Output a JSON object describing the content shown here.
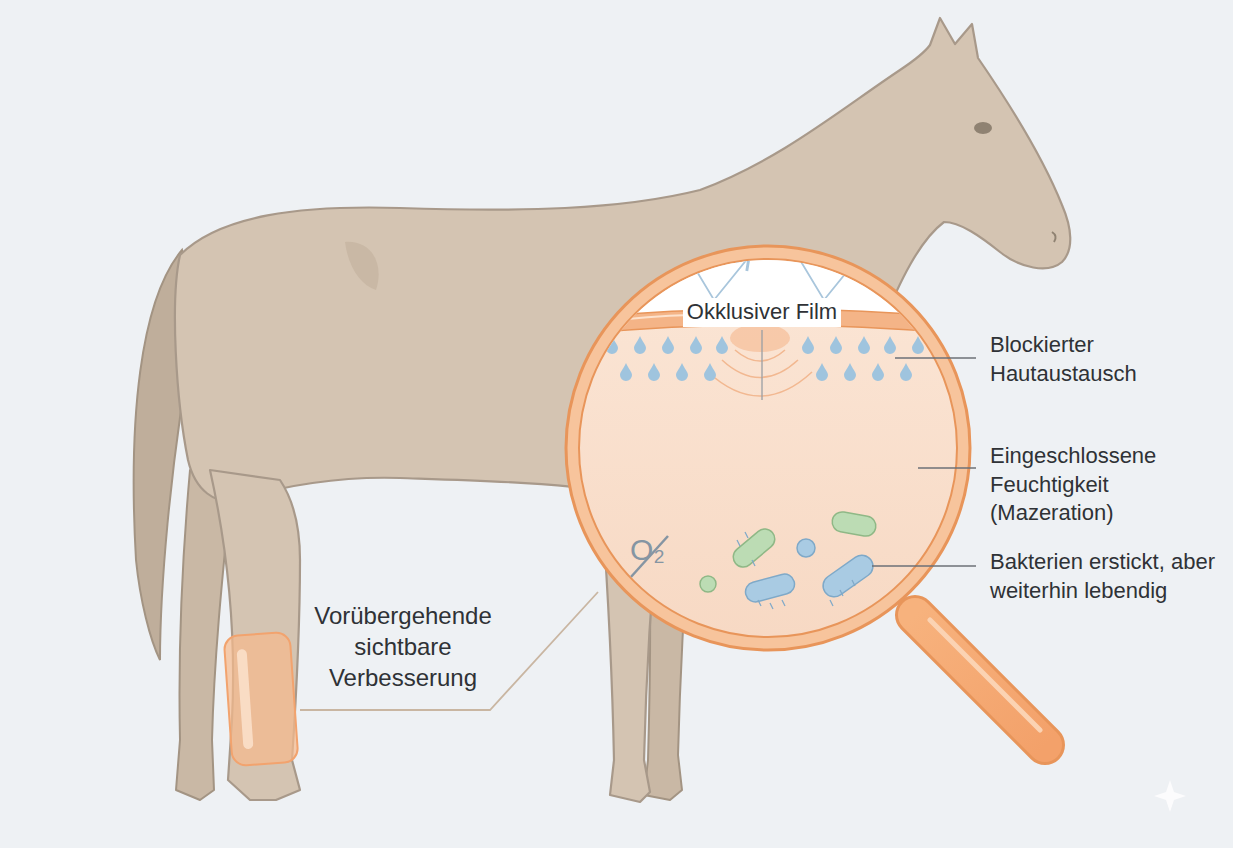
{
  "diagram": {
    "labels": [
      "Okklusiver Film",
      "Blockierter Hautaustausch",
      "Eingeschlossene Feuchtigkeit (Mazeration)",
      "Bakterien erstickt, aber weiterhin lebendig",
      "Vorübergehende sichtbare Verbesserung",
      "O₂"
    ]
  }
}
